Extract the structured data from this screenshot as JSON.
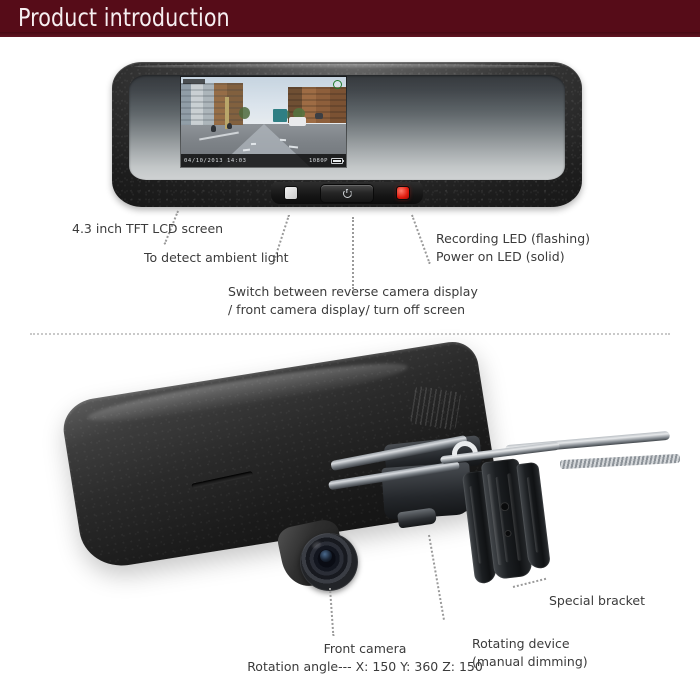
{
  "header": {
    "title": "Product introduction",
    "background_color": "#560c18",
    "text_color": "#f6eef0"
  },
  "top_section": {
    "device_name": "rearview-mirror-dash-cam",
    "lcd_screen": {
      "timestamp": "04/10/2013  14:03",
      "resolution": "1080P",
      "battery_icon": "battery-icon",
      "record_icon": "record-indicator-icon"
    },
    "controls": {
      "light_sensor_label": "ambient-light-sensor",
      "power_button_label": "power-button",
      "power_icon": "power-icon",
      "led_label": "status-led"
    },
    "callouts": [
      {
        "id": "screen",
        "text": "4.3 inch TFT LCD screen"
      },
      {
        "id": "light-sensor",
        "text": "To detect ambient light"
      },
      {
        "id": "mode-switch",
        "text": "Switch between reverse camera display\n/ front camera display/ turn off screen"
      },
      {
        "id": "leds",
        "text": "Recording LED (flashing)\nPower on LED (solid)"
      }
    ]
  },
  "bottom_section": {
    "device_name": "rearview-mirror-side-view",
    "callouts": [
      {
        "id": "front-camera",
        "text": "Front camera\nRotation angle--- X: 150  Y: 360  Z: 150"
      },
      {
        "id": "rotating-device",
        "text": "Rotating device\n(manual dimming)"
      },
      {
        "id": "special-bracket",
        "text": "Special bracket"
      }
    ]
  },
  "divider": {
    "style": "dotted",
    "color": "#c9c9c9"
  }
}
